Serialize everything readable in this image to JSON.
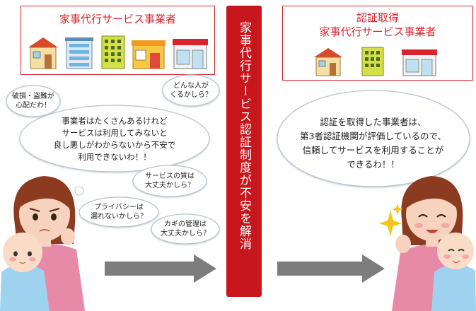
{
  "left_panel": {
    "title": "家事代行サービス事業者"
  },
  "center_banner": {
    "text": "家事代行サービス認証制度が不安を解消"
  },
  "right_panel": {
    "title_line1": "認証取得",
    "title_line2": "家事代行サービス事業者"
  },
  "left_worries": {
    "main_line1": "事業者はたくさんあるけれど",
    "main_line2": "サービスは利用してみないと",
    "main_line3": "良し悪しがわからないから不安で",
    "main_line4": "利用できないわ！！",
    "damage_line1": "破損・盗難が",
    "damage_line2": "心配だわ！",
    "person_line1": "どんな人が",
    "person_line2": "くるかしら？",
    "quality_line1": "サービスの質は",
    "quality_line2": "大丈夫かしら？",
    "privacy_line1": "プライバシーは",
    "privacy_line2": "漏れないかしら？",
    "key_line1": "カギの管理は",
    "key_line2": "大丈夫かしら？"
  },
  "right_speech": {
    "line1": "認証を取得した事業者は、",
    "line2": "第3者認証機関が評価しているので、",
    "line3": "信頼してサービスを利用することが",
    "line4": "できるわ！！"
  },
  "icons": [
    "house-icon",
    "apartment-icon",
    "office-building-icon",
    "shop-icon",
    "storefront-icon",
    "arrow-right-icon",
    "sparkle-icon"
  ],
  "colors": {
    "accent_red": "#d9232d",
    "banner_red": "#c8161d",
    "arrow_gray": "#7d7d7d",
    "cloud_border": "#b9c3cf",
    "skin": "#f7d3bf",
    "hair": "#8b3b1f",
    "shirt_pink": "#e78aa7",
    "baby_blue": "#9fd2ee"
  }
}
